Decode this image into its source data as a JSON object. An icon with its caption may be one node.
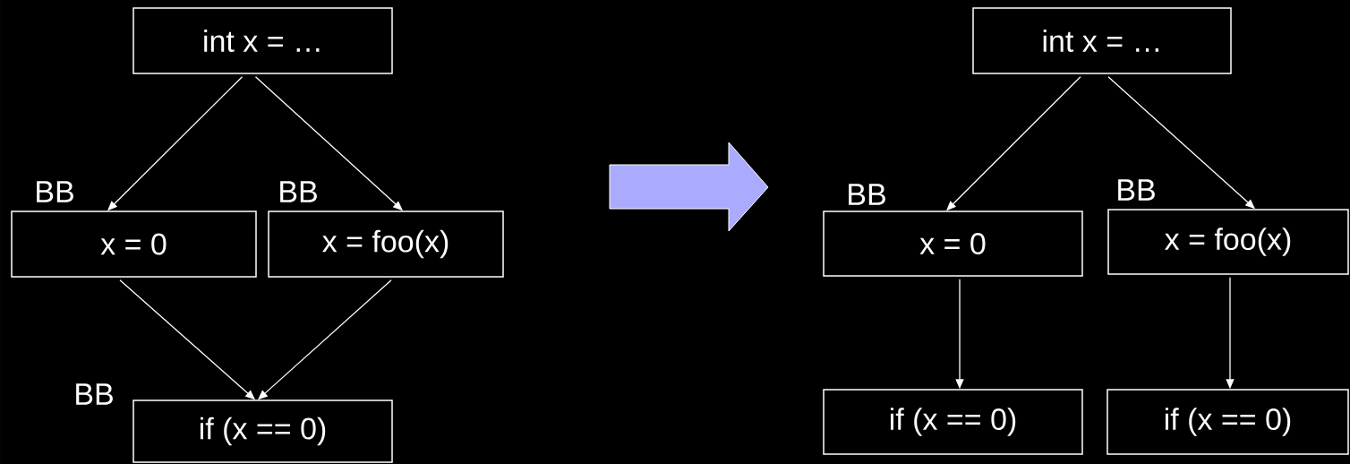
{
  "diagram": {
    "nodes": [
      {
        "text": [
          "int x = …"
        ]
      },
      {
        "text": [
          "x = 0"
        ],
        "beside": [
          "BB"
        ]
      },
      {
        "text": [
          "x = foo(x)"
        ],
        "beside": [
          "BB"
        ]
      },
      {
        "text": [
          "if (x == 0)"
        ],
        "beside": [
          "BB"
        ]
      },
      {
        "text": [
          "int x = …"
        ]
      },
      {
        "text": [
          "x = 0"
        ],
        "beside": [
          "BB"
        ]
      },
      {
        "text": [
          "x = foo(x)"
        ],
        "beside": [
          "BB"
        ]
      },
      {
        "text": [
          "if (x == 0)"
        ]
      },
      {
        "text": [
          "if (x == 0)"
        ]
      }
    ],
    "edges": [
      {
        "from": 0,
        "to": 1,
        "arrow": "to"
      },
      {
        "from": 0,
        "to": 2,
        "arrow": "to"
      },
      {
        "from": 1,
        "to": 3,
        "arrow": "to"
      },
      {
        "from": 2,
        "to": 3,
        "arrow": "to"
      },
      {
        "from": 4,
        "to": 5,
        "arrow": "to"
      },
      {
        "from": 4,
        "to": 6,
        "arrow": "to"
      },
      {
        "from": 5,
        "to": 7,
        "arrow": "to"
      },
      {
        "from": 6,
        "to": 8,
        "arrow": "to"
      }
    ]
  }
}
